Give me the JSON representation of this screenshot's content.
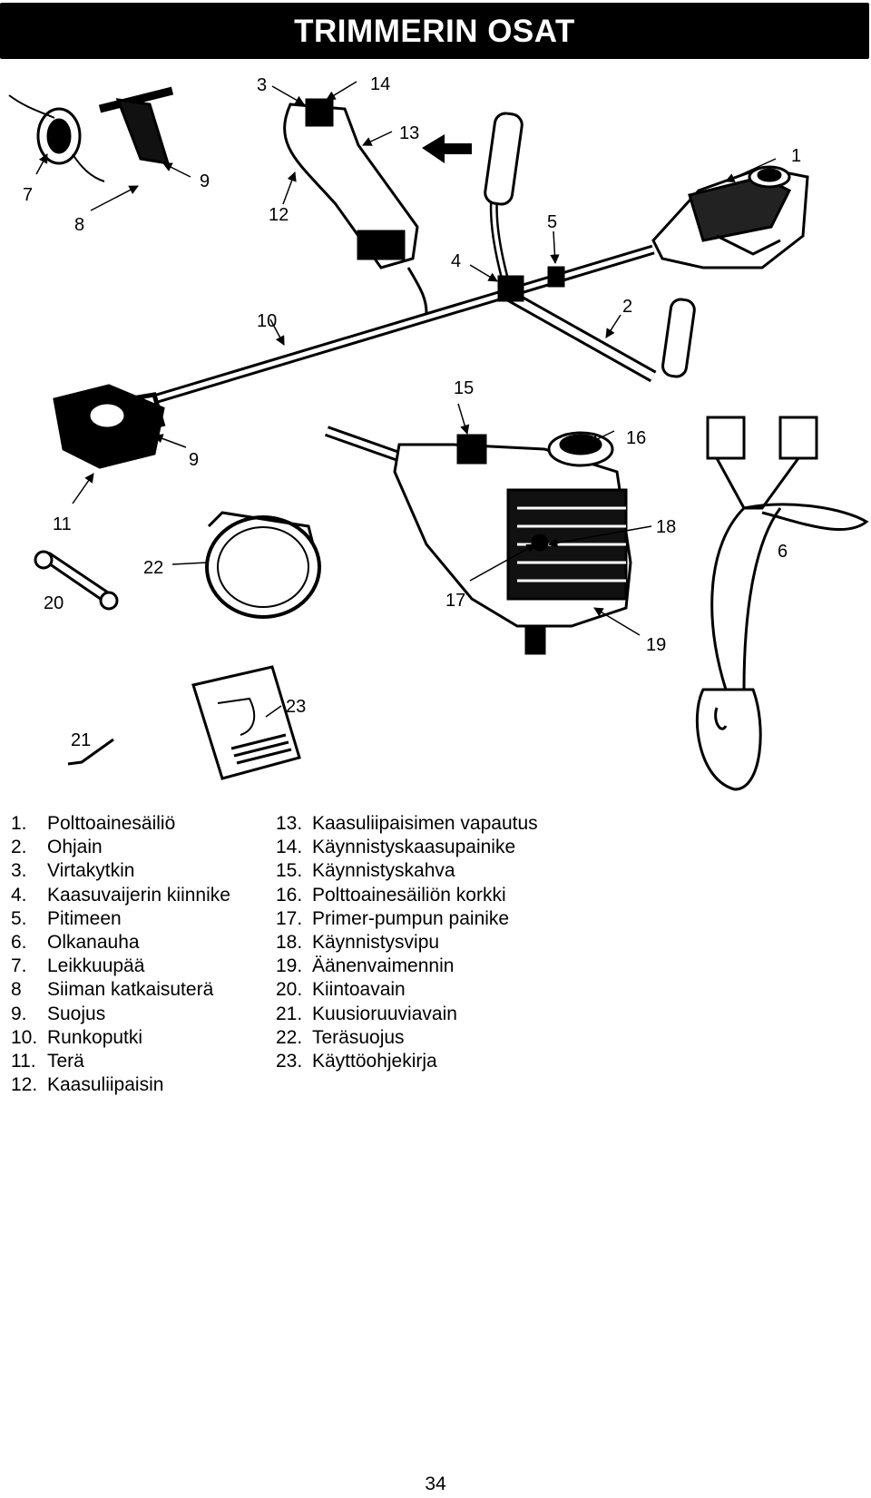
{
  "title": "TRIMMERIN OSAT",
  "callouts": {
    "c1": "1",
    "c2": "2",
    "c3": "3",
    "c4": "4",
    "c5": "5",
    "c6": "6",
    "c7": "7",
    "c8": "8",
    "c9a": "9",
    "c9b": "9",
    "c10": "10",
    "c11": "11",
    "c12": "12",
    "c13": "13",
    "c14": "14",
    "c15": "15",
    "c16": "16",
    "c17": "17",
    "c18": "18",
    "c19": "19",
    "c20": "20",
    "c21": "21",
    "c22": "22",
    "c23": "23"
  },
  "legend_left": [
    {
      "num": "1.",
      "label": "Polttoainesäiliö"
    },
    {
      "num": "2.",
      "label": "Ohjain"
    },
    {
      "num": "3.",
      "label": "Virtakytkin"
    },
    {
      "num": "4.",
      "label": "Kaasuvaijerin kiinnike"
    },
    {
      "num": "5.",
      "label": "Pitimeen"
    },
    {
      "num": "6.",
      "label": "Olkanauha"
    },
    {
      "num": "7.",
      "label": "Leikkuupää"
    },
    {
      "num": "8",
      "label": "Siiman katkaisuterä"
    },
    {
      "num": "9.",
      "label": "Suojus"
    },
    {
      "num": "10.",
      "label": "Runkoputki"
    },
    {
      "num": "11.",
      "label": "Terä"
    },
    {
      "num": "12.",
      "label": "Kaasuliipaisin"
    }
  ],
  "legend_right": [
    {
      "num": "13.",
      "label": "Kaasuliipaisimen vapautus"
    },
    {
      "num": "14.",
      "label": "Käynnistyskaasupainike"
    },
    {
      "num": "15.",
      "label": "Käynnistyskahva"
    },
    {
      "num": "16.",
      "label": "Polttoainesäiliön korkki"
    },
    {
      "num": "17.",
      "label": "Primer-pumpun painike"
    },
    {
      "num": "18.",
      "label": "Käynnistysvipu"
    },
    {
      "num": "19.",
      "label": "Äänenvaimennin"
    },
    {
      "num": "20.",
      "label": "Kiintoavain"
    },
    {
      "num": "21.",
      "label": "Kuusioruuviavain"
    },
    {
      "num": "22.",
      "label": "Teräsuojus"
    },
    {
      "num": "23.",
      "label": "Käyttöohjekirja"
    }
  ],
  "page_number": "34"
}
